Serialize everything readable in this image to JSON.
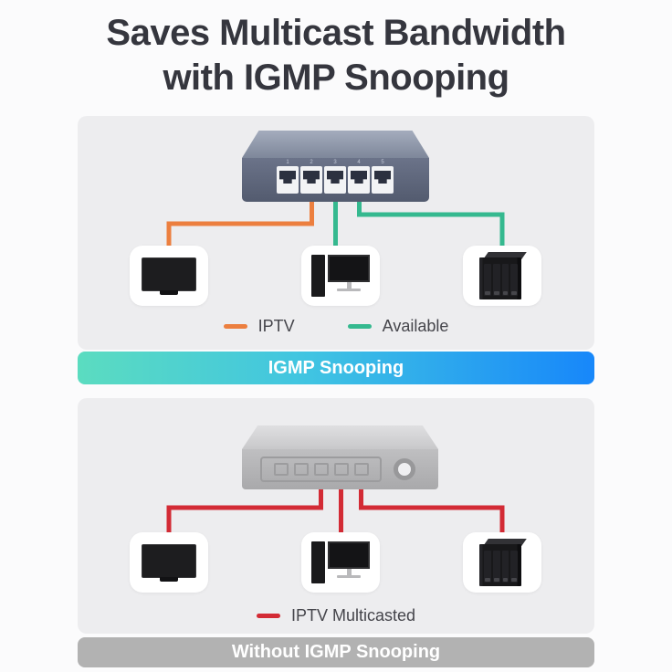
{
  "title": {
    "line1": "Saves Multicast Bandwidth",
    "line2": "with IGMP Snooping"
  },
  "sections": {
    "with_igmp": {
      "banner_label": "IGMP Snooping",
      "switch_port_labels": [
        "1",
        "2",
        "3",
        "4",
        "5"
      ],
      "legend": [
        {
          "label": "IPTV",
          "color": "#ec7f3f"
        },
        {
          "label": "Available",
          "color": "#35b98f"
        }
      ],
      "devices": [
        "tv-icon",
        "desktop-computer-icon",
        "nas-storage-icon"
      ]
    },
    "without_igmp": {
      "banner_label": "Without IGMP Snooping",
      "legend": [
        {
          "label": "IPTV Multicasted",
          "color": "#d32b35"
        }
      ],
      "devices": [
        "tv-icon",
        "desktop-computer-icon",
        "nas-storage-icon"
      ]
    }
  },
  "colors": {
    "iptv_line": "#ec7f3f",
    "available_line": "#35b98f",
    "multicast_line": "#d32b35",
    "igmp_banner_gradient_start": "#5bdcc0",
    "igmp_banner_gradient_end": "#1787fa",
    "without_banner_bg": "#b2b2b2",
    "panel_bg": "#ededef",
    "title_color": "#35363e"
  }
}
